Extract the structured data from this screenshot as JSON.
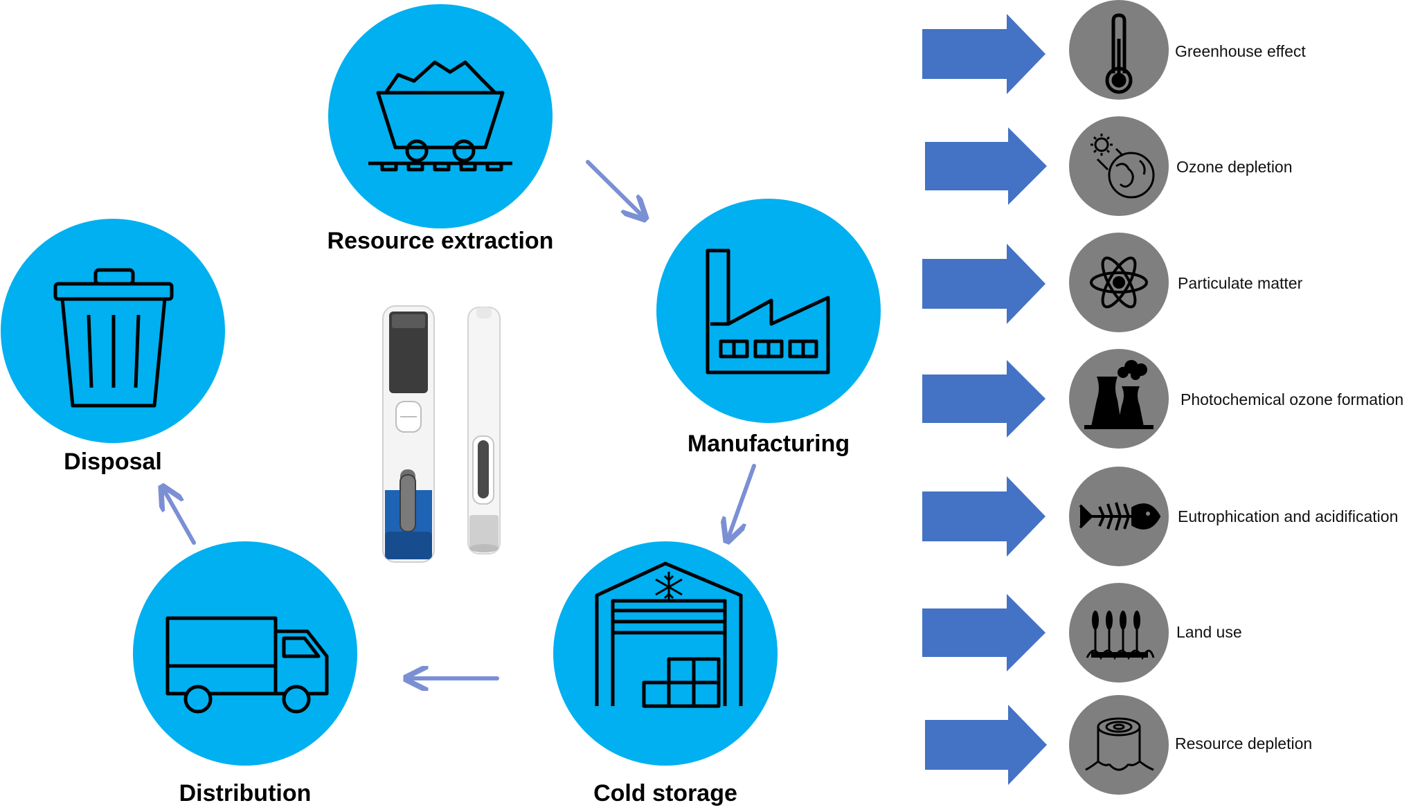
{
  "lifecycle": {
    "stages": [
      {
        "id": "resource-extraction",
        "label": "Resource extraction",
        "icon": "mine-cart-icon"
      },
      {
        "id": "manufacturing",
        "label": "Manufacturing",
        "icon": "factory-icon"
      },
      {
        "id": "cold-storage",
        "label": "Cold storage",
        "icon": "cold-warehouse-icon"
      },
      {
        "id": "distribution",
        "label": "Distribution",
        "icon": "delivery-truck-icon"
      },
      {
        "id": "disposal",
        "label": "Disposal",
        "icon": "trash-bin-icon"
      }
    ],
    "center_image": "autoinjector-pens-image"
  },
  "impacts": [
    {
      "label": "Greenhouse effect",
      "icon": "thermometer-icon"
    },
    {
      "label": "Ozone depletion",
      "icon": "sun-earth-icon"
    },
    {
      "label": "Particulate matter",
      "icon": "atom-icon"
    },
    {
      "label": "Photochemical ozone formation",
      "icon": "power-plant-smoke-icon"
    },
    {
      "label": "Eutrophication and acidification",
      "icon": "fish-bone-icon"
    },
    {
      "label": "Land use",
      "icon": "wheat-crop-icon"
    },
    {
      "label": "Resource depletion",
      "icon": "tree-stump-icon"
    }
  ],
  "colors": {
    "stage_circle": "#00B0F0",
    "impact_circle": "#7F7F7F",
    "impact_arrow": "#4472C4",
    "flow_arrow": "#7B8FD4",
    "icon_stroke": "#000000"
  }
}
